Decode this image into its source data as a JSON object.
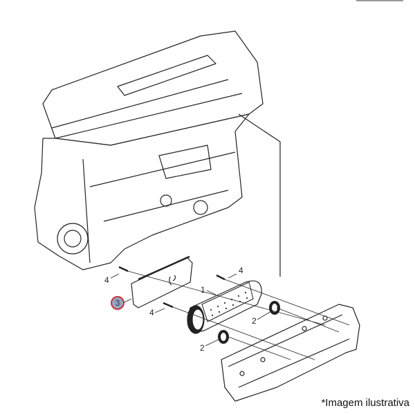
{
  "diagram": {
    "callouts": {
      "oil_cooler": "1",
      "seal_right": "2",
      "seal_left": "2",
      "gasket_cover": "3",
      "bolt_top_left": "4",
      "bolt_bottom": "4",
      "bolt_right": "4"
    },
    "highlight_color": "#c8333f",
    "caption": "*Imagem ilustrativa"
  }
}
